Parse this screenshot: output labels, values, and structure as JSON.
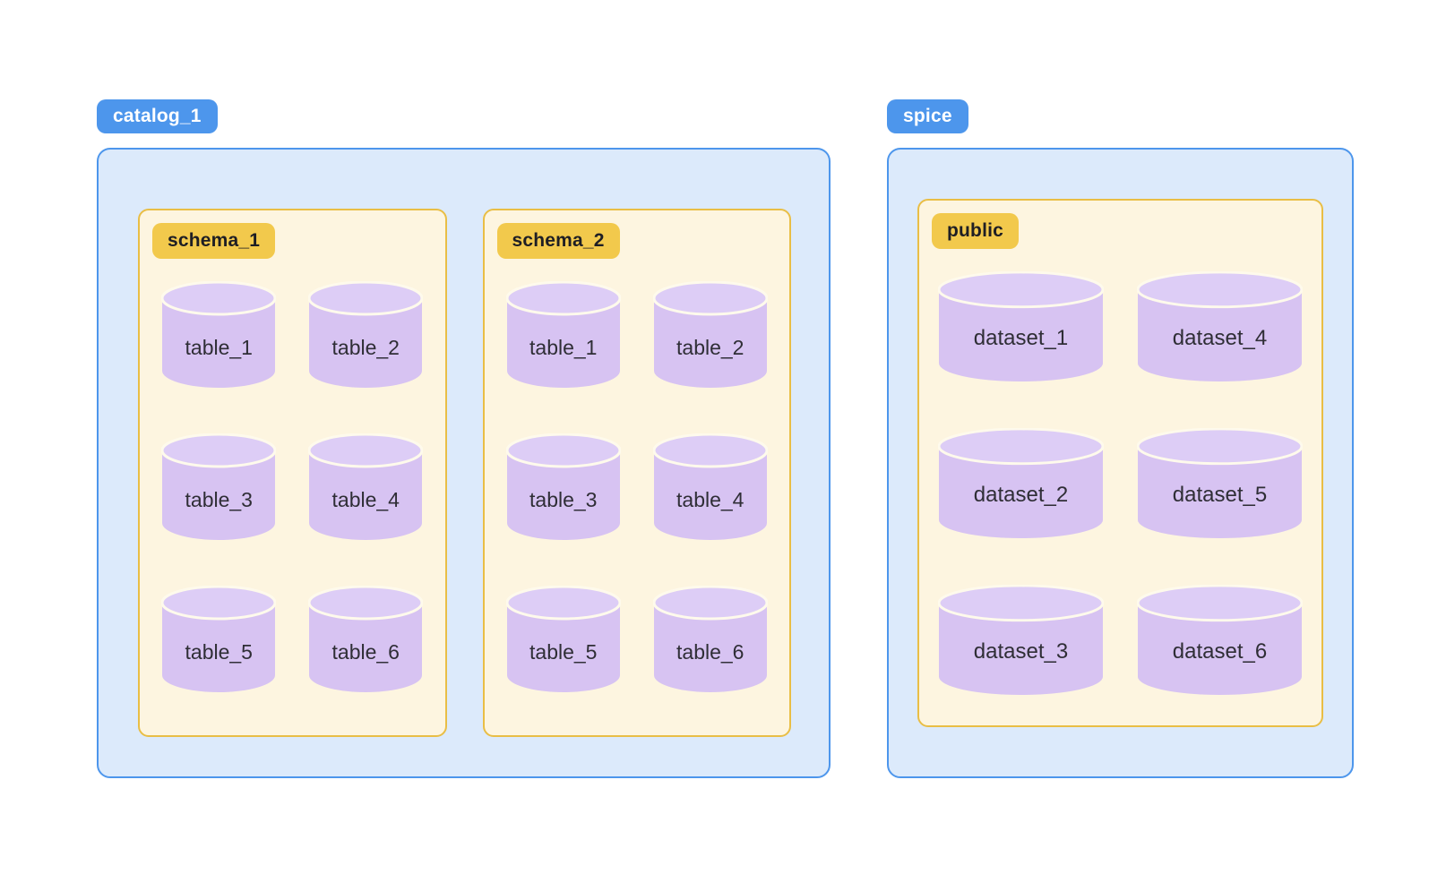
{
  "diagram": {
    "groups": [
      {
        "badge": "catalog_1",
        "boxes": [
          {
            "badge": "schema_1",
            "items": [
              "table_1",
              "table_2",
              "table_3",
              "table_4",
              "table_5",
              "table_6"
            ]
          },
          {
            "badge": "schema_2",
            "items": [
              "table_1",
              "table_2",
              "table_3",
              "table_4",
              "table_5",
              "table_6"
            ]
          }
        ]
      },
      {
        "badge": "spice",
        "boxes": [
          {
            "badge": "public",
            "items": [
              "dataset_1",
              "dataset_4",
              "dataset_2",
              "dataset_5",
              "dataset_3",
              "dataset_6"
            ]
          }
        ]
      }
    ],
    "colors": {
      "blue_badge": "#4D96EC",
      "blue_border": "#4D96EC",
      "blue_fill": "#DCEAFB",
      "gold_badge": "#F2C94C",
      "gold_border": "#E9BE45",
      "cream_fill": "#FDF5E0",
      "cylinder_body": "#D7C3F2",
      "cylinder_lid": "#DDCDF6",
      "cylinder_seam": "#FEFAEC",
      "label_text": "#2F2E36"
    }
  }
}
